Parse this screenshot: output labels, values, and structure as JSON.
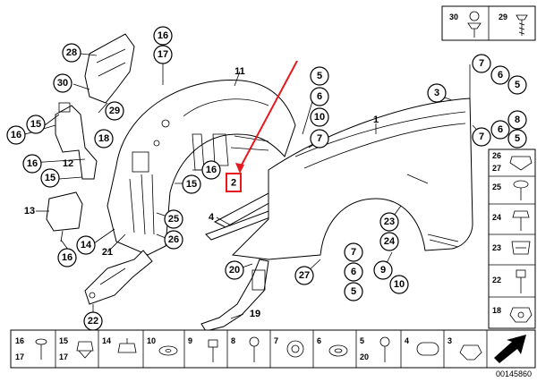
{
  "diagram_id": "00145860",
  "highlighted_part": "2",
  "colors": {
    "highlight": "#e8191c",
    "ink": "#000000",
    "paper": "#ffffff"
  },
  "callouts": [
    {
      "key": "c16a",
      "label": "16"
    },
    {
      "key": "c17a",
      "label": "17"
    },
    {
      "key": "c28",
      "label": "28"
    },
    {
      "key": "c30",
      "label": "30"
    },
    {
      "key": "c29",
      "label": "29"
    },
    {
      "key": "c15a",
      "label": "15"
    },
    {
      "key": "c16b",
      "label": "16"
    },
    {
      "key": "c18",
      "label": "18"
    },
    {
      "key": "c16c",
      "label": "16"
    },
    {
      "key": "c15b",
      "label": "15"
    },
    {
      "key": "c14",
      "label": "14"
    },
    {
      "key": "c16d",
      "label": "16"
    },
    {
      "key": "c22",
      "label": "22"
    },
    {
      "key": "c25",
      "label": "25"
    },
    {
      "key": "c26",
      "label": "26"
    },
    {
      "key": "c15c",
      "label": "15"
    },
    {
      "key": "c16e",
      "label": "16"
    },
    {
      "key": "c5a",
      "label": "5"
    },
    {
      "key": "c6a",
      "label": "6"
    },
    {
      "key": "c10a",
      "label": "10"
    },
    {
      "key": "c7a",
      "label": "7"
    },
    {
      "key": "c3",
      "label": "3"
    },
    {
      "key": "c7b",
      "label": "7"
    },
    {
      "key": "c6b",
      "label": "6"
    },
    {
      "key": "c5b",
      "label": "5"
    },
    {
      "key": "c8",
      "label": "8"
    },
    {
      "key": "c7c",
      "label": "7"
    },
    {
      "key": "c6c",
      "label": "6"
    },
    {
      "key": "c5c",
      "label": "5"
    },
    {
      "key": "c23",
      "label": "23"
    },
    {
      "key": "c24",
      "label": "24"
    },
    {
      "key": "c7d",
      "label": "7"
    },
    {
      "key": "c6d",
      "label": "6"
    },
    {
      "key": "c5d",
      "label": "5"
    },
    {
      "key": "c9",
      "label": "9"
    },
    {
      "key": "c10b",
      "label": "10"
    },
    {
      "key": "c27",
      "label": "27"
    },
    {
      "key": "c20",
      "label": "20"
    }
  ],
  "plain_labels": [
    {
      "key": "l11",
      "label": "11"
    },
    {
      "key": "l1",
      "label": "1"
    },
    {
      "key": "l12",
      "label": "12"
    },
    {
      "key": "l13",
      "label": "13"
    },
    {
      "key": "l21",
      "label": "21"
    },
    {
      "key": "l4",
      "label": "4"
    },
    {
      "key": "l19",
      "label": "19"
    }
  ],
  "highlight_label": "2",
  "top_right_parts": [
    {
      "key": "tr30",
      "label": "30"
    },
    {
      "key": "tr29",
      "label": "29"
    }
  ],
  "right_column_parts": [
    {
      "key": "r26",
      "label": "26",
      "sub": "27"
    },
    {
      "key": "r25",
      "label": "25"
    },
    {
      "key": "r24",
      "label": "24"
    },
    {
      "key": "r23",
      "label": "23"
    },
    {
      "key": "r22",
      "label": "22"
    },
    {
      "key": "r18",
      "label": "18"
    }
  ],
  "bottom_strip": [
    {
      "key": "b16",
      "label": "16",
      "sub": "17"
    },
    {
      "key": "b15",
      "label": "15",
      "sub": "17"
    },
    {
      "key": "b14",
      "label": "14"
    },
    {
      "key": "b10",
      "label": "10"
    },
    {
      "key": "b9",
      "label": "9"
    },
    {
      "key": "b8",
      "label": "8"
    },
    {
      "key": "b7",
      "label": "7"
    },
    {
      "key": "b6",
      "label": "6"
    },
    {
      "key": "b5",
      "label": "5",
      "sub": "20"
    },
    {
      "key": "b4",
      "label": "4"
    },
    {
      "key": "b3",
      "label": "3"
    },
    {
      "key": "barrow",
      "label": ""
    }
  ]
}
